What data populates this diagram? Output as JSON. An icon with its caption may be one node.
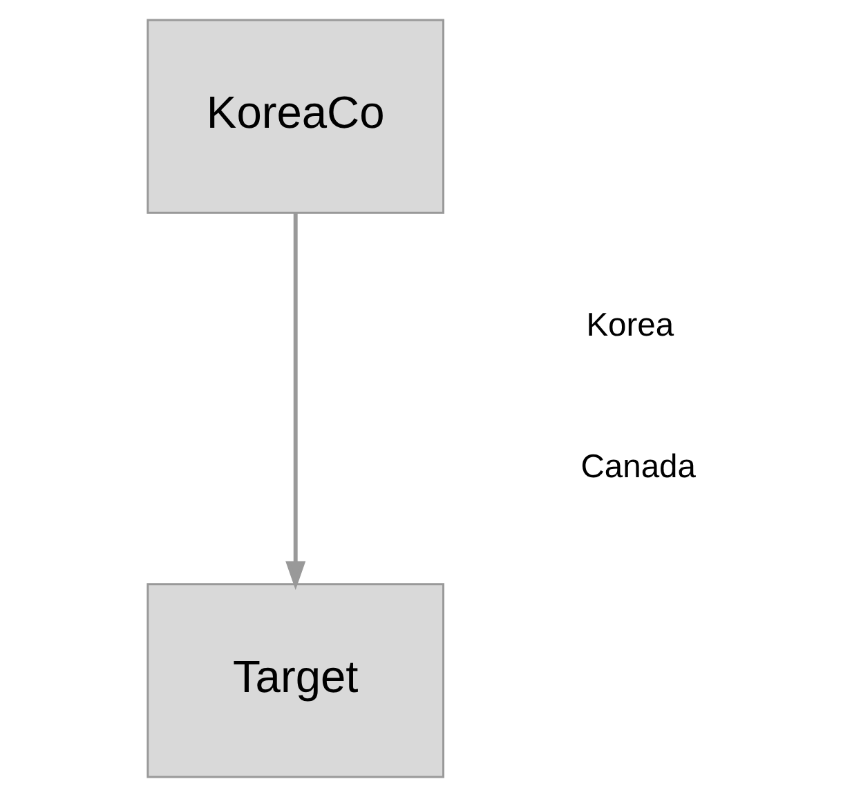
{
  "diagram": {
    "nodes": [
      {
        "text": [
          "KoreaCo"
        ]
      },
      {
        "text": [
          "Target"
        ]
      }
    ],
    "edges": [
      {
        "from": 0,
        "to": 1,
        "arrow": "to"
      }
    ],
    "labels": [
      "Korea",
      "Canada"
    ]
  }
}
